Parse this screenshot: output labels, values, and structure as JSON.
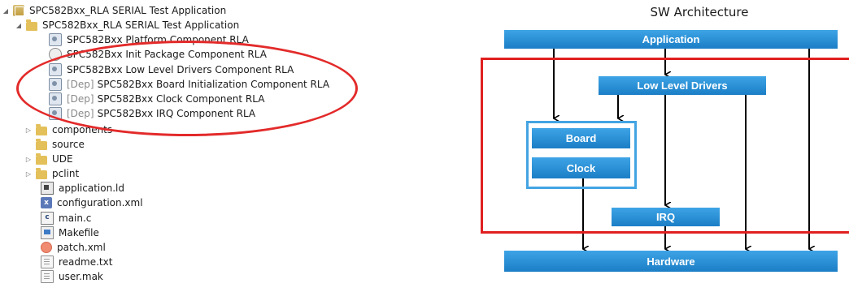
{
  "tree": {
    "root": "SPC582Bxx_RLA SERIAL Test Application",
    "child": "SPC582Bxx_RLA SERIAL Test Application",
    "components": [
      {
        "dep": "",
        "label": "SPC582Bxx Platform Component RLA",
        "icon": "component-icon"
      },
      {
        "dep": "",
        "label": "SPC582Bxx Init Package Component RLA",
        "icon": "package-icon"
      },
      {
        "dep": "",
        "label": "SPC582Bxx Low Level Drivers Component RLA",
        "icon": "component-icon"
      },
      {
        "dep": "[Dep]",
        "label": "SPC582Bxx Board Initialization Component RLA",
        "icon": "component-icon"
      },
      {
        "dep": "[Dep]",
        "label": "SPC582Bxx Clock Component RLA",
        "icon": "component-icon"
      },
      {
        "dep": "[Dep]",
        "label": "SPC582Bxx IRQ Component RLA",
        "icon": "component-icon"
      }
    ],
    "folders": [
      "components",
      "source",
      "UDE",
      "pclint"
    ],
    "files": [
      "application.ld",
      "configuration.xml",
      "main.c",
      "Makefile",
      "patch.xml",
      "readme.txt",
      "user.mak"
    ]
  },
  "architecture": {
    "title": "SW Architecture",
    "application": "Application",
    "low_level_drivers": "Low Level Drivers",
    "board": "Board",
    "clock": "Clock",
    "irq": "IRQ",
    "hardware": "Hardware",
    "highlight_color": "#e02020",
    "box_color": "#2a8fd6"
  }
}
